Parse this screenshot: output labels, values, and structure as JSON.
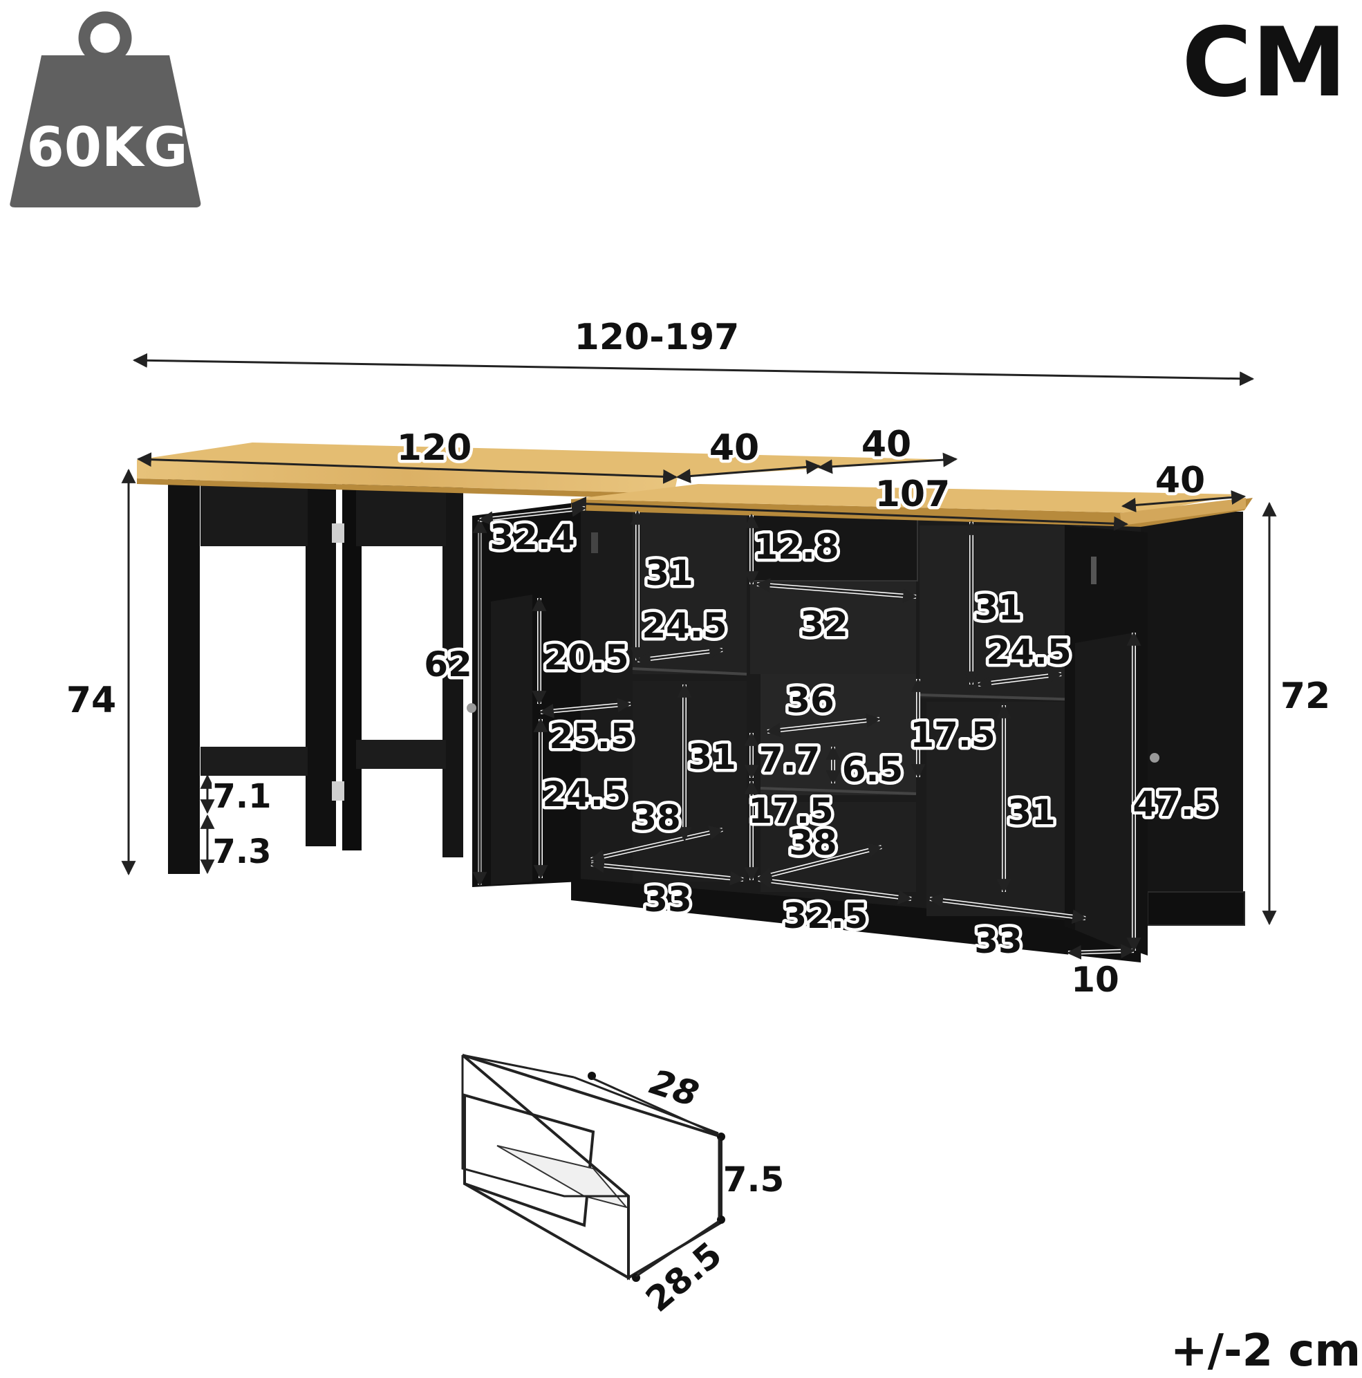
{
  "weight": {
    "label": "60KG"
  },
  "unit_label": "CM",
  "tolerance": "+/-2 cm",
  "overall_width": "120-197",
  "top_dims": {
    "desk_width": "120",
    "ext_depth": "40",
    "ext_width": "40",
    "top_depth": "40",
    "cabinet_top": "107"
  },
  "heights": {
    "desk_height": "74",
    "cabinet_height": "72",
    "door_height": "62",
    "foot_a": "7.1",
    "foot_b": "7.3"
  },
  "interior": {
    "left_door": "32.4",
    "left_shelf_h": "31",
    "left_shelf_d": "24.5",
    "door_rack_h": "20.5",
    "door_rack_w": "25.5",
    "door_rack_h2": "24.5",
    "left_lower_h": "31",
    "left_lower_d": "38",
    "left_width": "33",
    "drawer_h": "12.8",
    "drawer_w": "32",
    "wine_w": "36",
    "wine_h": "7.7",
    "wine_gap": "6.5",
    "mid_h": "17.5",
    "mid_h2": "17.5",
    "mid_d": "38",
    "mid_w": "32.5",
    "right_upper_h": "31",
    "right_upper_d": "24.5",
    "right_lower_h": "31",
    "right_w": "33",
    "right_door_h": "47.5",
    "right_door_d": "10"
  },
  "drawer_box": {
    "depth": "28",
    "height": "7.5",
    "width": "28.5"
  },
  "colors": {
    "wood": "#e2b96a",
    "wood_dark": "#c99a48",
    "cabinet": "#111111",
    "interior": "#1c1c1c",
    "weight_icon": "#606060"
  }
}
